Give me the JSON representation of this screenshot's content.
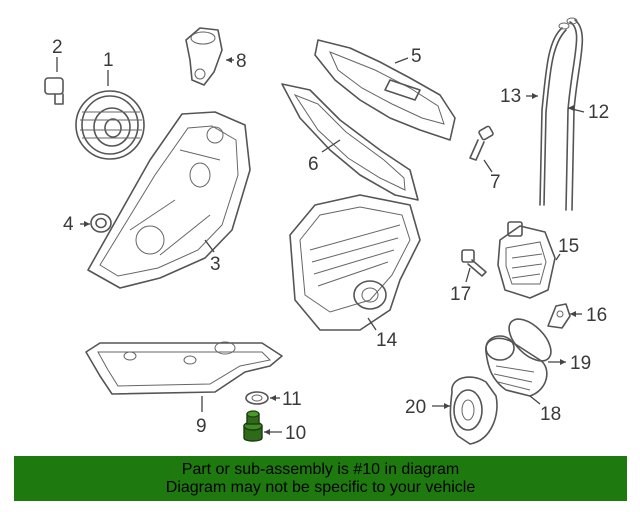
{
  "diagram": {
    "callouts": [
      "1",
      "2",
      "3",
      "4",
      "5",
      "6",
      "7",
      "8",
      "9",
      "10",
      "11",
      "12",
      "13",
      "14",
      "15",
      "16",
      "17",
      "18",
      "19",
      "20"
    ],
    "highlight_color": "#2f6a1a"
  },
  "banner": {
    "line1": "Part or sub-assembly is #10 in diagram",
    "line2": "Diagram may not be specific to your vehicle",
    "background": "#1e7a0e"
  }
}
